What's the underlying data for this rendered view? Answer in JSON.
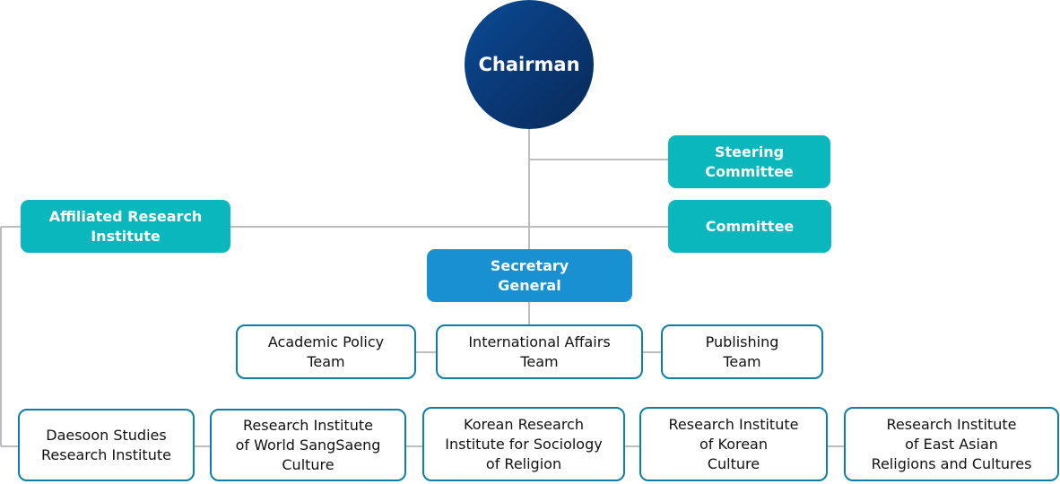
{
  "chart": {
    "chairman": "Chairman",
    "steering_committee": "Steering\nCommittee",
    "committee": "Committee",
    "affiliated_research_institute": "Affiliated Research\nInstitute",
    "secretary_general": "Secretary\nGeneral",
    "teams": [
      "Academic Policy\nTeam",
      "International Affairs\nTeam",
      "Publishing\nTeam"
    ],
    "institutes": [
      "Daesoon Studies\nResearch Institute",
      "Research Institute\nof World SangSaeng\nCulture",
      "Korean Research\nInstitute for Sociology\nof Religion",
      "Research Institute\nof Korean\nCulture",
      "Research Institute\nof East Asian\nReligions and Cultures"
    ]
  },
  "colors": {
    "chairman": "#0a3a79",
    "teal": "#0ab7bd",
    "secretary": "#1890d1",
    "outline": "#0d7fa6",
    "line": "#bdbdbd"
  }
}
